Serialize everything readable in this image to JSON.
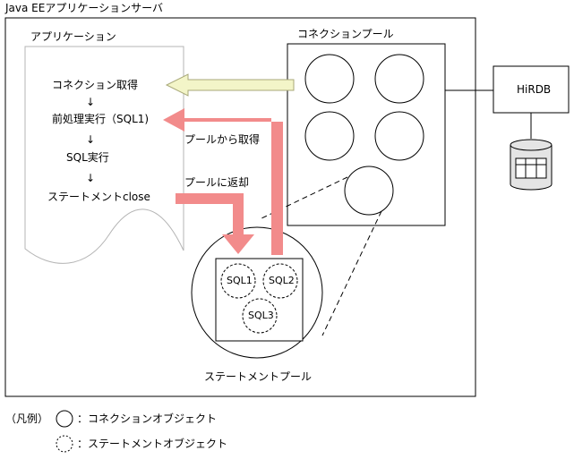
{
  "server": {
    "title": "Java EEアプリケーションサーバ"
  },
  "application": {
    "title": "アプリケーション",
    "steps": [
      "コネクション取得",
      "前処理実行（SQL1)",
      "SQL実行",
      "ステートメントclose"
    ],
    "arrow_glyph": "↓"
  },
  "connection_pool": {
    "title": "コネクションプール"
  },
  "database": {
    "name": "HiRDB"
  },
  "flows": {
    "get_from_pool": "プールから取得",
    "return_to_pool": "プールに返却"
  },
  "statement_pool": {
    "title": "ステートメントプール",
    "statements": [
      "SQL1",
      "SQL2",
      "SQL3"
    ]
  },
  "legend": {
    "prefix": "（凡例）",
    "connection": "：コネクションオブジェクト",
    "statement": "：ステートメントオブジェクト"
  },
  "colors": {
    "flow_red": "#f28b8b",
    "flow_yellow": "#f3f5c8",
    "flow_yellow_stroke": "#a8a878",
    "app_border": "#b4b4b4",
    "db_fill": "#e4e4e4"
  }
}
